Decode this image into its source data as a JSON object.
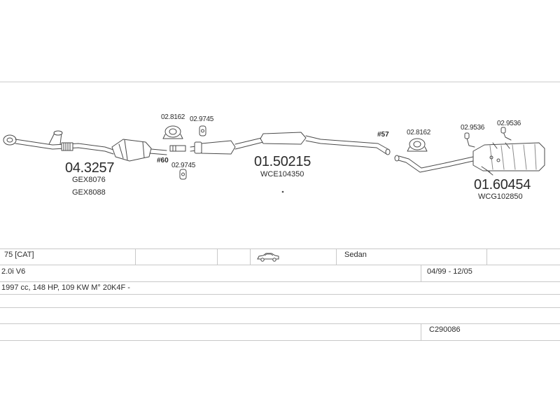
{
  "parts": {
    "downpipe": {
      "number": "04.3257",
      "refs": [
        "GEX8076",
        "GEX8088"
      ]
    },
    "middle_silencer": {
      "number": "01.50215",
      "ref": "WCE104350"
    },
    "rear_silencer": {
      "number": "01.60454",
      "ref": "WCG102850"
    },
    "clamp_a": "02.8162",
    "clamp_b": "02.9745",
    "clamp_c": "02.9745",
    "clamp_d": "02.8162",
    "hanger_a": "02.9536",
    "hanger_b": "02.9536",
    "ref_60": "#60",
    "ref_57": "#57"
  },
  "info": {
    "model": "75  [CAT]",
    "body_type": "Sedan",
    "engine": "2.0i  V6",
    "years": "04/99  -  12/05",
    "specs": "1997 cc, 148 HP, 109 KW  M° 20K4F  -",
    "catalog_code": "C290086"
  },
  "icons": {
    "car": "sedan-car-icon"
  }
}
